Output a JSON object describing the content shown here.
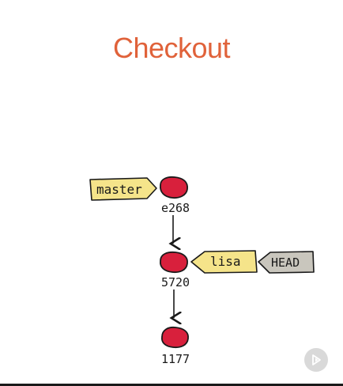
{
  "title": "Checkout",
  "commits": [
    {
      "id": "e268"
    },
    {
      "id": "5720"
    },
    {
      "id": "1177"
    }
  ],
  "refs": {
    "master": "master",
    "lisa": "lisa",
    "head": "HEAD"
  },
  "icons": {
    "play": "play-icon"
  },
  "colors": {
    "title": "#e0623a",
    "commit": "#d8203c",
    "branch_label": "#f5e48a",
    "head_label": "#c9c6bd"
  }
}
